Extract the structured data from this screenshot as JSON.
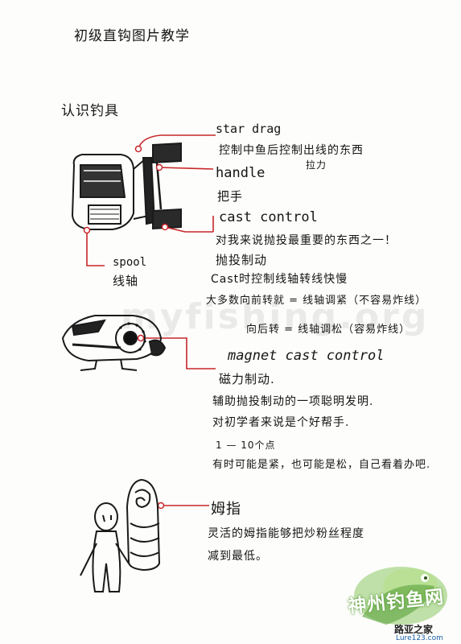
{
  "page": {
    "title": "初级直钩图片教学",
    "section": "认识钓具"
  },
  "reel_parts": {
    "star_drag": {
      "term": "star drag",
      "desc": "控制中鱼后控制出线的东西",
      "note": "拉力"
    },
    "handle": {
      "term": "handle",
      "desc": "把手"
    },
    "cast_control": {
      "term": "cast control",
      "lines": [
        "对我来说抛投最重要的东西之一！",
        "抛投制动",
        "Cast时控制线轴转线快慢",
        "大多数向前转就 = 线轴调紧（不容易炸线）",
        "向后转 = 线轴调松（容易炸线）"
      ]
    },
    "spool": {
      "term": "spool",
      "desc": "线轴"
    }
  },
  "magnet": {
    "term": "magnet cast control",
    "lines": [
      "磁力制动.",
      "辅助抛投制动的一项聪明发明.",
      "对初学者来说是个好帮手.",
      "1 — 10个点",
      "有时可能是紧，也可能是松，自己看着办吧."
    ]
  },
  "thumb": {
    "term": "姆指",
    "lines": [
      "灵活的姆指能够把炒粉丝程度",
      "减到最低。"
    ]
  },
  "watermark": {
    "text": "myfishing.org"
  },
  "logo": {
    "name": "神州钓鱼网",
    "sub": "路亚之家",
    "url": "Lure123.com"
  },
  "colors": {
    "ink": "#151515",
    "accent": "#c8262a",
    "logo_green": "#5aa03a"
  }
}
